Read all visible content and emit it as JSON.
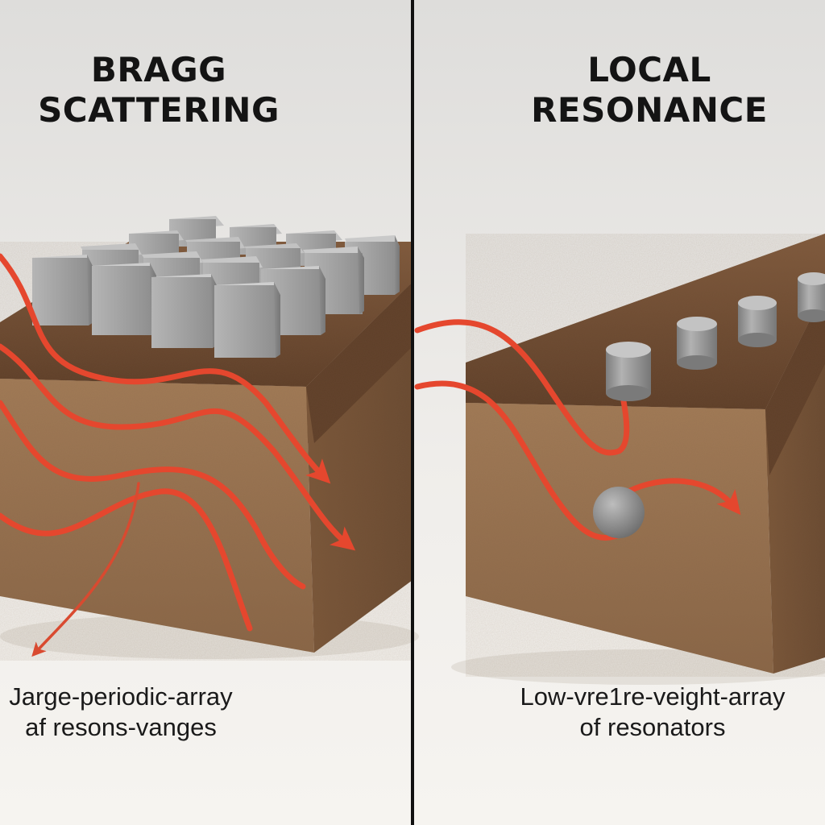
{
  "panels": [
    {
      "title_lines": [
        "BRAGG",
        "SCATTERING"
      ],
      "caption_lines": [
        "Jarge-periodic-array",
        "af resons-vanges"
      ]
    },
    {
      "title_lines": [
        "LOCAL",
        "RESONANCE"
      ],
      "caption_lines": [
        "Low-vre1re-veight-array",
        "of resonators"
      ]
    }
  ],
  "colors": {
    "background": "#ece9e4",
    "soil_top": "#6e4a30",
    "soil_side": "#9a7452",
    "wave": "#e5472e",
    "resonator": "#9a9a9a",
    "divider": "#111111"
  },
  "icons": [
    "seismic-wave-arrow",
    "concrete-block",
    "cylinder-resonator",
    "sphere-resonator"
  ]
}
